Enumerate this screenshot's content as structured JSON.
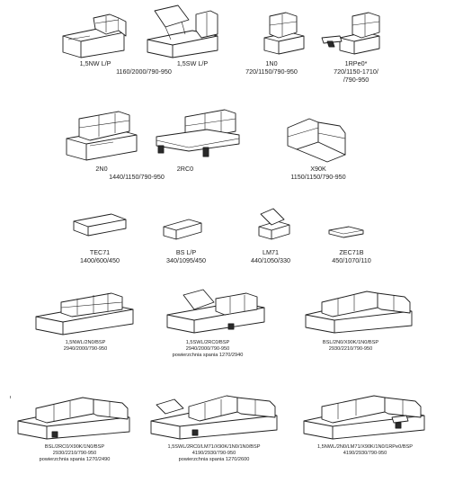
{
  "catalog": {
    "items": [
      {
        "code": "1,5NW L/P",
        "dims": "1160/2000/790-950"
      },
      {
        "code": "1,5SW L/P",
        "dims": ""
      },
      {
        "code": "1N0",
        "dims": "720/1150/790-950"
      },
      {
        "code": "1RPe0*",
        "dims": "720/1150-1710/",
        "dims2": "/790-950"
      },
      {
        "code": "2N0",
        "dims": "1440/1150/790-950"
      },
      {
        "code": "2RC0",
        "dims": ""
      },
      {
        "code": "X90K",
        "dims": "1150/1150/790-950"
      },
      {
        "code": "TEC71",
        "dims": "1400/600/450"
      },
      {
        "code": "BS L/P",
        "dims": "340/1095/450"
      },
      {
        "code": "LM71",
        "dims": "440/1050/330"
      },
      {
        "code": "ZEC71B",
        "dims": "450/1070/110"
      },
      {
        "code": "1,5NWL/2N0/BSP",
        "dims": "2940/2000/790-950"
      },
      {
        "code": "1,5SWL/2RC0/BSP",
        "dims": "2940/2000/790-950",
        "extra": "powierzchnia spania 1270/2940"
      },
      {
        "code": "BSL/2N0/X90K/1N0/BSP",
        "dims": "2930/2210/790-950"
      },
      {
        "code": "BSL/2RC0/X90K/1N0/BSP",
        "dims": "2930/2210/790-950",
        "extra": "powierzchnia spania 1270/2490"
      },
      {
        "code": "1,5SWL/2RC0/LM71/X90K/1N0/1N0/BSP",
        "dims": "4190/2930/790-950",
        "extra": "powierzchnia spania 1270/2600"
      },
      {
        "code": "1,5NWL/2N0/LM71/X90K/1N0/1RPe0/BSP",
        "dims": "4190/2930/790-950"
      }
    ]
  }
}
